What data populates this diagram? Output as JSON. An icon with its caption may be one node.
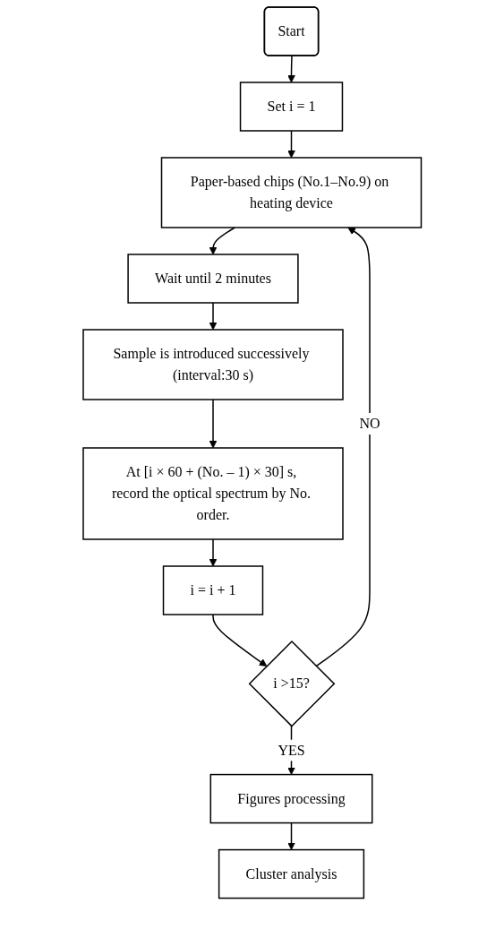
{
  "diagram": {
    "nodes": [
      {
        "text": [
          "Start"
        ]
      },
      {
        "text": [
          "Set i = 1"
        ]
      },
      {
        "text": [
          "Paper-based chips (No.1–No.9) on heating device"
        ]
      },
      {
        "text": [
          "Wait until 2 minutes"
        ]
      },
      {
        "text": [
          "Sample is introduced successively (interval:30 s)"
        ]
      },
      {
        "text": [
          "At [i × 60 + (No. – 1) × 30] s, record the optical spectrum by No. order."
        ]
      },
      {
        "text": [
          "i = i + 1"
        ]
      },
      {
        "text": [
          "i >15?"
        ]
      },
      {
        "text": [
          "Figures processing"
        ]
      },
      {
        "text": [
          "Cluster analysis"
        ]
      }
    ],
    "edges": [
      {
        "from": 0,
        "to": 1,
        "arrow": "to"
      },
      {
        "from": 1,
        "to": 2,
        "arrow": "to"
      },
      {
        "from": 2,
        "to": 3,
        "arrow": "to"
      },
      {
        "from": 3,
        "to": 4,
        "arrow": "to"
      },
      {
        "from": 4,
        "to": 5,
        "arrow": "to"
      },
      {
        "from": 5,
        "to": 6,
        "arrow": "to"
      },
      {
        "from": 6,
        "to": 7,
        "arrow": "to"
      },
      {
        "from": 7,
        "to": 2,
        "label": "NO",
        "arrow": "to"
      },
      {
        "from": 7,
        "to": 8,
        "label": "YES",
        "arrow": "to"
      },
      {
        "from": 8,
        "to": 9,
        "arrow": "to"
      }
    ]
  }
}
